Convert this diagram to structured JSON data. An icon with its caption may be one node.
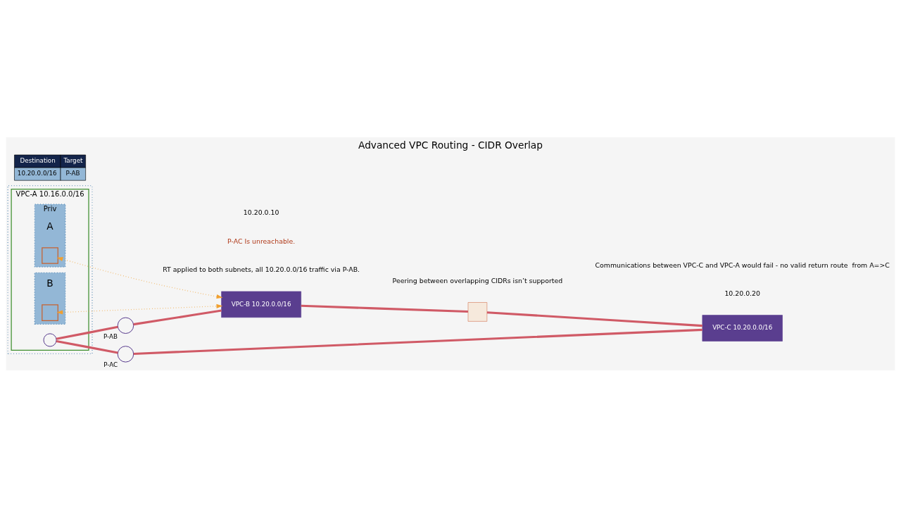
{
  "diagram": {
    "title": "Advanced VPC Routing - CIDR Overlap",
    "nodes": [
      {
        "text": [],
        "shape": "box"
      },
      {
        "text": [
          "VPC-A 10.16.0.0/16"
        ],
        "in": 0
      },
      {
        "text": [
          "Priv"
        ],
        "beside": [
          "A"
        ],
        "in": 1
      },
      {
        "text": [],
        "shape": "box",
        "in": 2
      },
      {
        "text": [],
        "shape": "box",
        "beside": [
          "B"
        ],
        "in": 1
      },
      {
        "text": [],
        "shape": "box",
        "in": 4
      },
      {
        "text": [],
        "shape": "circle",
        "in": 1
      },
      {
        "text": [],
        "shape": "circle",
        "beside": [
          "P-AB"
        ]
      },
      {
        "text": [],
        "shape": "circle",
        "beside": [
          "P-AC"
        ]
      },
      {
        "text": [
          "VPC-B 10.20.0.0/16"
        ]
      },
      {
        "text": [],
        "shape": "box"
      },
      {
        "text": [
          "VPC-C 10.20.0.0/16"
        ]
      }
    ],
    "edges": [
      {
        "from": 6,
        "to": 7,
        "arrow": "none"
      },
      {
        "from": 7,
        "to": 9,
        "arrow": "none"
      },
      {
        "from": 6,
        "to": 8,
        "arrow": "none"
      },
      {
        "from": 8,
        "to": 11,
        "arrow": "none"
      },
      {
        "from": 9,
        "to": 10,
        "arrow": "none"
      },
      {
        "from": 10,
        "to": 11,
        "arrow": "none"
      },
      {
        "from": 3,
        "to": 9,
        "arrow": "both",
        "style": "dashed",
        "color": "#f0a030"
      },
      {
        "from": 5,
        "to": 9,
        "arrow": "both",
        "style": "dashed",
        "color": "#f0a030"
      }
    ],
    "labels": [
      "Destination",
      "Target",
      "10.20.0.0/16",
      "P-AB",
      "RT applied to both subnets, all 10.20.0.0/16 traffic via P-AB.",
      "P-AC Is unreachable.",
      "10.20.0.10",
      "Peering between overlapping CIDRs isn’t supported",
      "10.20.0.20",
      "Communications between VPC-C and VPC-A would fail - no valid return route  from A=>C"
    ]
  }
}
